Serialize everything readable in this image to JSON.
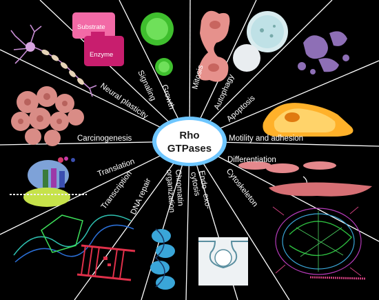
{
  "center": {
    "line1": "Rho",
    "line2": "GTPases"
  },
  "topics": [
    {
      "key": "neural-plasticity",
      "label": "Neural plasticity"
    },
    {
      "key": "signaling",
      "label": "Signaling"
    },
    {
      "key": "growth",
      "label": "Growth"
    },
    {
      "key": "mitosis",
      "label": "Mitosis"
    },
    {
      "key": "autophagy",
      "label": "Autophagy"
    },
    {
      "key": "apoptosis",
      "label": "Apoptosis"
    },
    {
      "key": "carcinogenesis",
      "label": "Carcinogenesis"
    },
    {
      "key": "motility",
      "label": "Motility and adhesion"
    },
    {
      "key": "translation",
      "label": "Translation"
    },
    {
      "key": "differentiation",
      "label": "Differentiation"
    },
    {
      "key": "transcription",
      "label": "Transcription"
    },
    {
      "key": "cytoskeleton",
      "label": "Cytoskeleton"
    },
    {
      "key": "dna-repair",
      "label": "DNA repair"
    },
    {
      "key": "chromatin-1",
      "label": "Chromatin"
    },
    {
      "key": "chromatin-2",
      "label": "organization"
    },
    {
      "key": "endo-1",
      "label": "Endo- exo-"
    },
    {
      "key": "endo-2",
      "label": "cytosis"
    }
  ],
  "signaling_box": {
    "substrate": "Substrate",
    "enzyme": "Enzyme"
  },
  "colors": {
    "background": "#000000",
    "spokes": "#ffffff",
    "center_fill": "#ffffff",
    "center_ring": "#6ec6ff"
  }
}
